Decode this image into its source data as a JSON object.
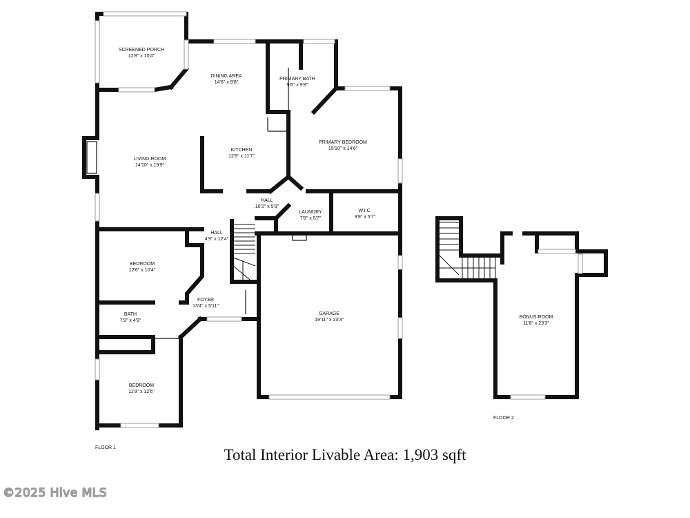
{
  "rooms": [
    {
      "name": "SCREENED PORCH",
      "size": "12'8\" x 10'4\""
    },
    {
      "name": "DINING AREA",
      "size": "14'6\" x 9'8\""
    },
    {
      "name": "PRIMARY BATH",
      "size": "9'6\" x 9'8\""
    },
    {
      "name": "PRIMARY BEDROOM",
      "size": "15'10\" x 14'6\""
    },
    {
      "name": "KITCHEN",
      "size": "12'6\" x 11'7\""
    },
    {
      "name": "LIVING ROOM",
      "size": "14'10\" x 19'9\""
    },
    {
      "name": "HALL",
      "size": "10'2\" x 5'9\""
    },
    {
      "name": "LAUNDRY",
      "size": "7'8\" x 5'7\""
    },
    {
      "name": "W.I.C.",
      "size": "9'9\" x 5'7\""
    },
    {
      "name": "HALL",
      "size": "4'9\" x 12'4\""
    },
    {
      "name": "BEDROOM",
      "size": "12'6\" x 10'4\""
    },
    {
      "name": "FOYER",
      "size": "13'4\" x 5'11\""
    },
    {
      "name": "BATH",
      "size": "7'9\" x 4'9\""
    },
    {
      "name": "GARAGE",
      "size": "19'11\" x 23'3\""
    },
    {
      "name": "BEDROOM",
      "size": "11'9\" x 12'6\""
    },
    {
      "name": "BONUS ROOM",
      "size": "11'8\" x 23'3\""
    }
  ],
  "floors": [
    "FLOOR 1",
    "FLOOR 2"
  ],
  "total_area": "Total Interior Livable Area: 1,903 sqft",
  "watermark": "©2025 Hive MLS"
}
